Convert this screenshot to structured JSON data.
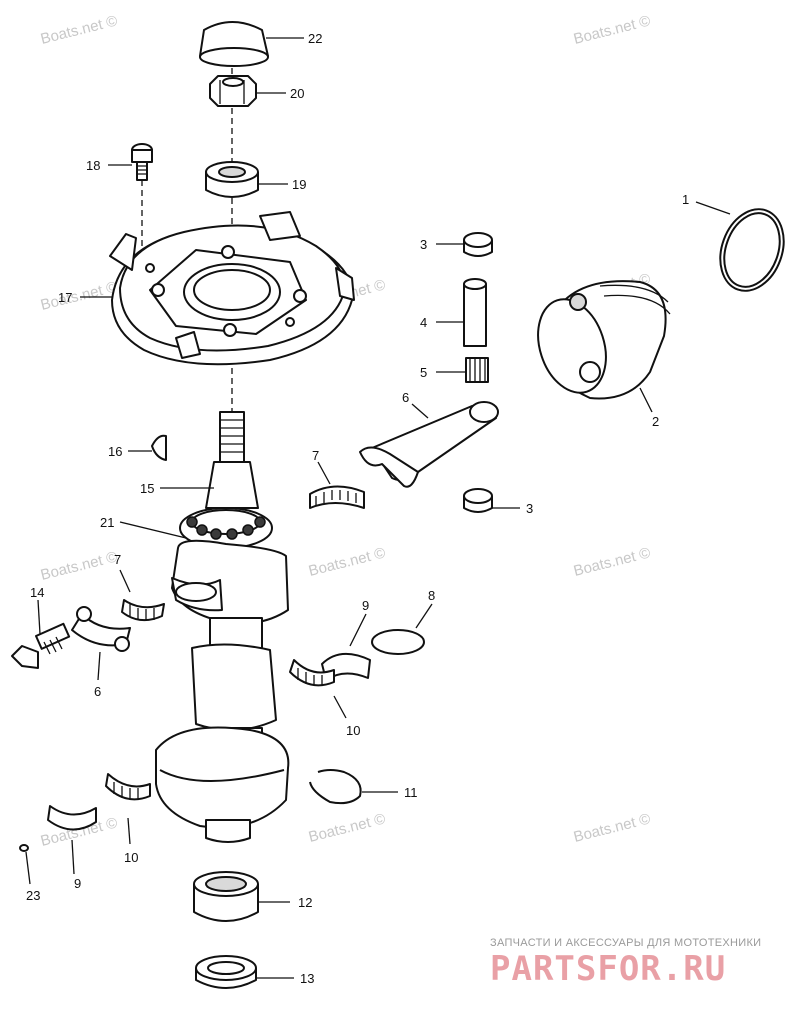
{
  "watermark": {
    "text": "Boats.net ©",
    "color": "#c8c8c8"
  },
  "brand": {
    "tagline": "ЗАПЧАСТИ И АКСЕССУАРЫ ДЛЯ МОТОТЕХНИКИ",
    "logo": "PARTSFOR.RU",
    "color": "#e9a0a6"
  },
  "callouts": {
    "c1": "1",
    "c2": "2",
    "c3a": "3",
    "c3b": "3",
    "c4": "4",
    "c5": "5",
    "c6a": "6",
    "c6b": "6",
    "c7a": "7",
    "c7b": "7",
    "c8": "8",
    "c9a": "9",
    "c9b": "9",
    "c10a": "10",
    "c10b": "10",
    "c11": "11",
    "c12": "12",
    "c13": "13",
    "c14": "14",
    "c15": "15",
    "c16": "16",
    "c17": "17",
    "c18": "18",
    "c19": "19",
    "c20": "20",
    "c21": "21",
    "c22": "22",
    "c23": "23"
  }
}
